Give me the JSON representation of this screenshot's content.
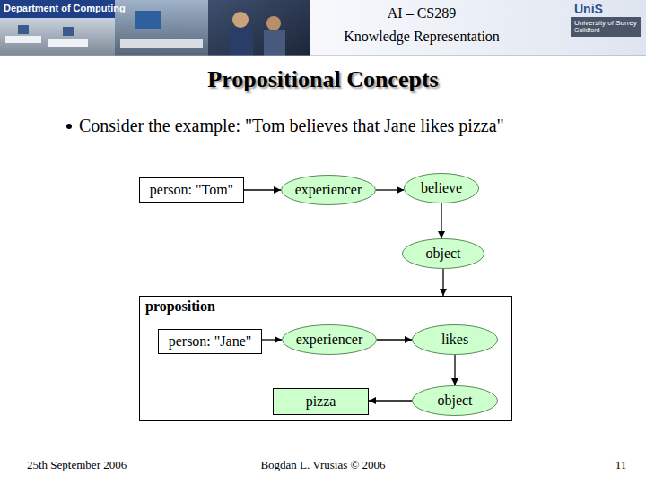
{
  "diagram": {
    "title": "Propositional Concepts",
    "nodes": [
      {
        "text": [
          "person: \"Tom\""
        ]
      },
      {
        "text": [
          "experiencer"
        ]
      },
      {
        "text": [
          "believe"
        ]
      },
      {
        "text": [
          "object"
        ]
      },
      {
        "text": [
          "proposition"
        ]
      },
      {
        "text": [
          "person: \"Jane\""
        ],
        "in": 4
      },
      {
        "text": [
          "experiencer"
        ],
        "in": 4
      },
      {
        "text": [
          "likes"
        ],
        "in": 4
      },
      {
        "text": [
          "pizza"
        ],
        "in": 4
      },
      {
        "text": [
          "object"
        ],
        "in": 4
      }
    ],
    "edges": [
      {
        "from": 0,
        "to": 1,
        "arrow": "to"
      },
      {
        "from": 1,
        "to": 2,
        "arrow": "to"
      },
      {
        "from": 2,
        "to": 3,
        "arrow": "to"
      },
      {
        "from": 3,
        "to": 4,
        "arrow": "to"
      },
      {
        "from": 5,
        "to": 6,
        "arrow": "to"
      },
      {
        "from": 6,
        "to": 7,
        "arrow": "to"
      },
      {
        "from": 7,
        "to": 9,
        "arrow": "to"
      },
      {
        "from": 9,
        "to": 8,
        "arrow": "to"
      }
    ],
    "labels": [
      "Department of Computing",
      "AI – CS289",
      "Knowledge Representation",
      "UniS",
      "University of Surrey",
      "Guildford",
      "Consider the example: \"Tom believes that Jane likes pizza\"",
      "25th September 2006",
      "Bogdan L. Vrusias © 2006",
      "11"
    ]
  }
}
